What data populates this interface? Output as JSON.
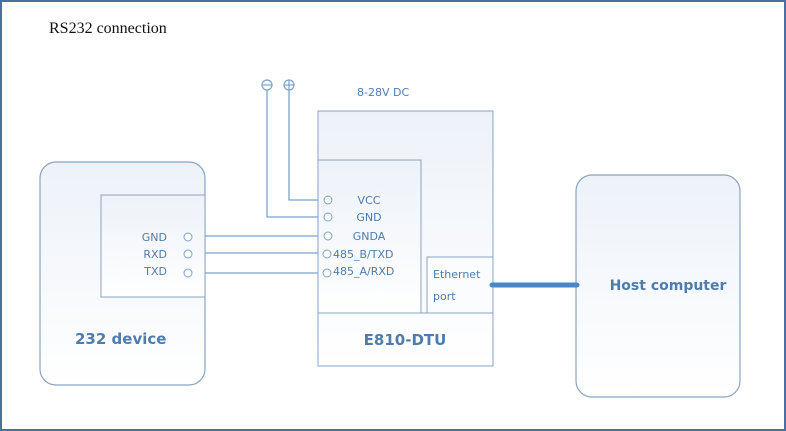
{
  "title": "RS232 connection",
  "power_label": "8-28V DC",
  "power_terminals": [
    {
      "symbol": "minus",
      "name": "negative"
    },
    {
      "symbol": "plus",
      "name": "positive"
    }
  ],
  "device_232": {
    "name": "232 device",
    "pins": [
      "GND",
      "RXD",
      "TXD"
    ]
  },
  "dtu": {
    "name": "E810-DTU",
    "pins": [
      "VCC",
      "GND",
      "GNDA",
      "485_B/TXD",
      "485_A/RXD"
    ],
    "ethernet_line1": "Ethernet",
    "ethernet_line2": "port"
  },
  "host": {
    "name": "Host computer"
  },
  "colors": {
    "line": "#7da2cc",
    "border": "#8aa3c2",
    "text": "#4f7cac",
    "ethernet_cable": "#4a86c8",
    "frame": "#4a6fa5"
  }
}
